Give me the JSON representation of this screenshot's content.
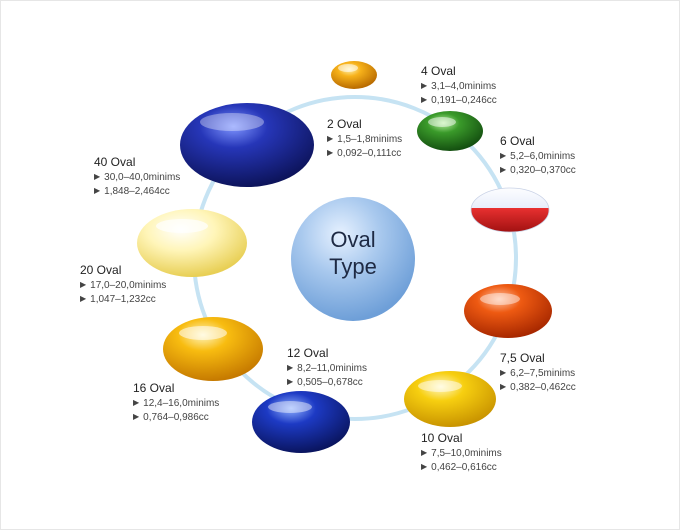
{
  "center": {
    "line1": "Oval",
    "line2": "Type"
  },
  "capsules": [
    {
      "size": "2 Oval",
      "minims": "1,5–1,8minims",
      "cc": "0,092–0,111cc"
    },
    {
      "size": "4 Oval",
      "minims": "3,1–4,0minims",
      "cc": "0,191–0,246cc"
    },
    {
      "size": "6 Oval",
      "minims": "5,2–6,0minims",
      "cc": "0,320–0,370cc"
    },
    {
      "size": "7,5 Oval",
      "minims": "6,2–7,5minims",
      "cc": "0,382–0,462cc"
    },
    {
      "size": "10 Oval",
      "minims": "7,5–10,0minims",
      "cc": "0,462–0,616cc"
    },
    {
      "size": "12 Oval",
      "minims": "8,2–11,0minims",
      "cc": "0,505–0,678cc"
    },
    {
      "size": "16 Oval",
      "minims": "12,4–16,0minims",
      "cc": "0,764–0,986cc"
    },
    {
      "size": "20 Oval",
      "minims": "17,0–20,0minims",
      "cc": "1,047–1,232cc"
    },
    {
      "size": "40 Oval",
      "minims": "30,0–40,0minims",
      "cc": "1,848–2,464cc"
    }
  ],
  "colors": {
    "ring": "#bfe0f2",
    "center": "#9fc3ea",
    "2 Oval": "#e39a00",
    "4 Oval": "#2a8a1f",
    "6 Oval": "#cc1f1f",
    "7,5 Oval": "#e94f10",
    "10 Oval": "#f3c300",
    "12 Oval": "#1a2fb0",
    "16 Oval": "#f5b000",
    "20 Oval": "#fff2a0",
    "40 Oval": "#1e2c9e"
  }
}
